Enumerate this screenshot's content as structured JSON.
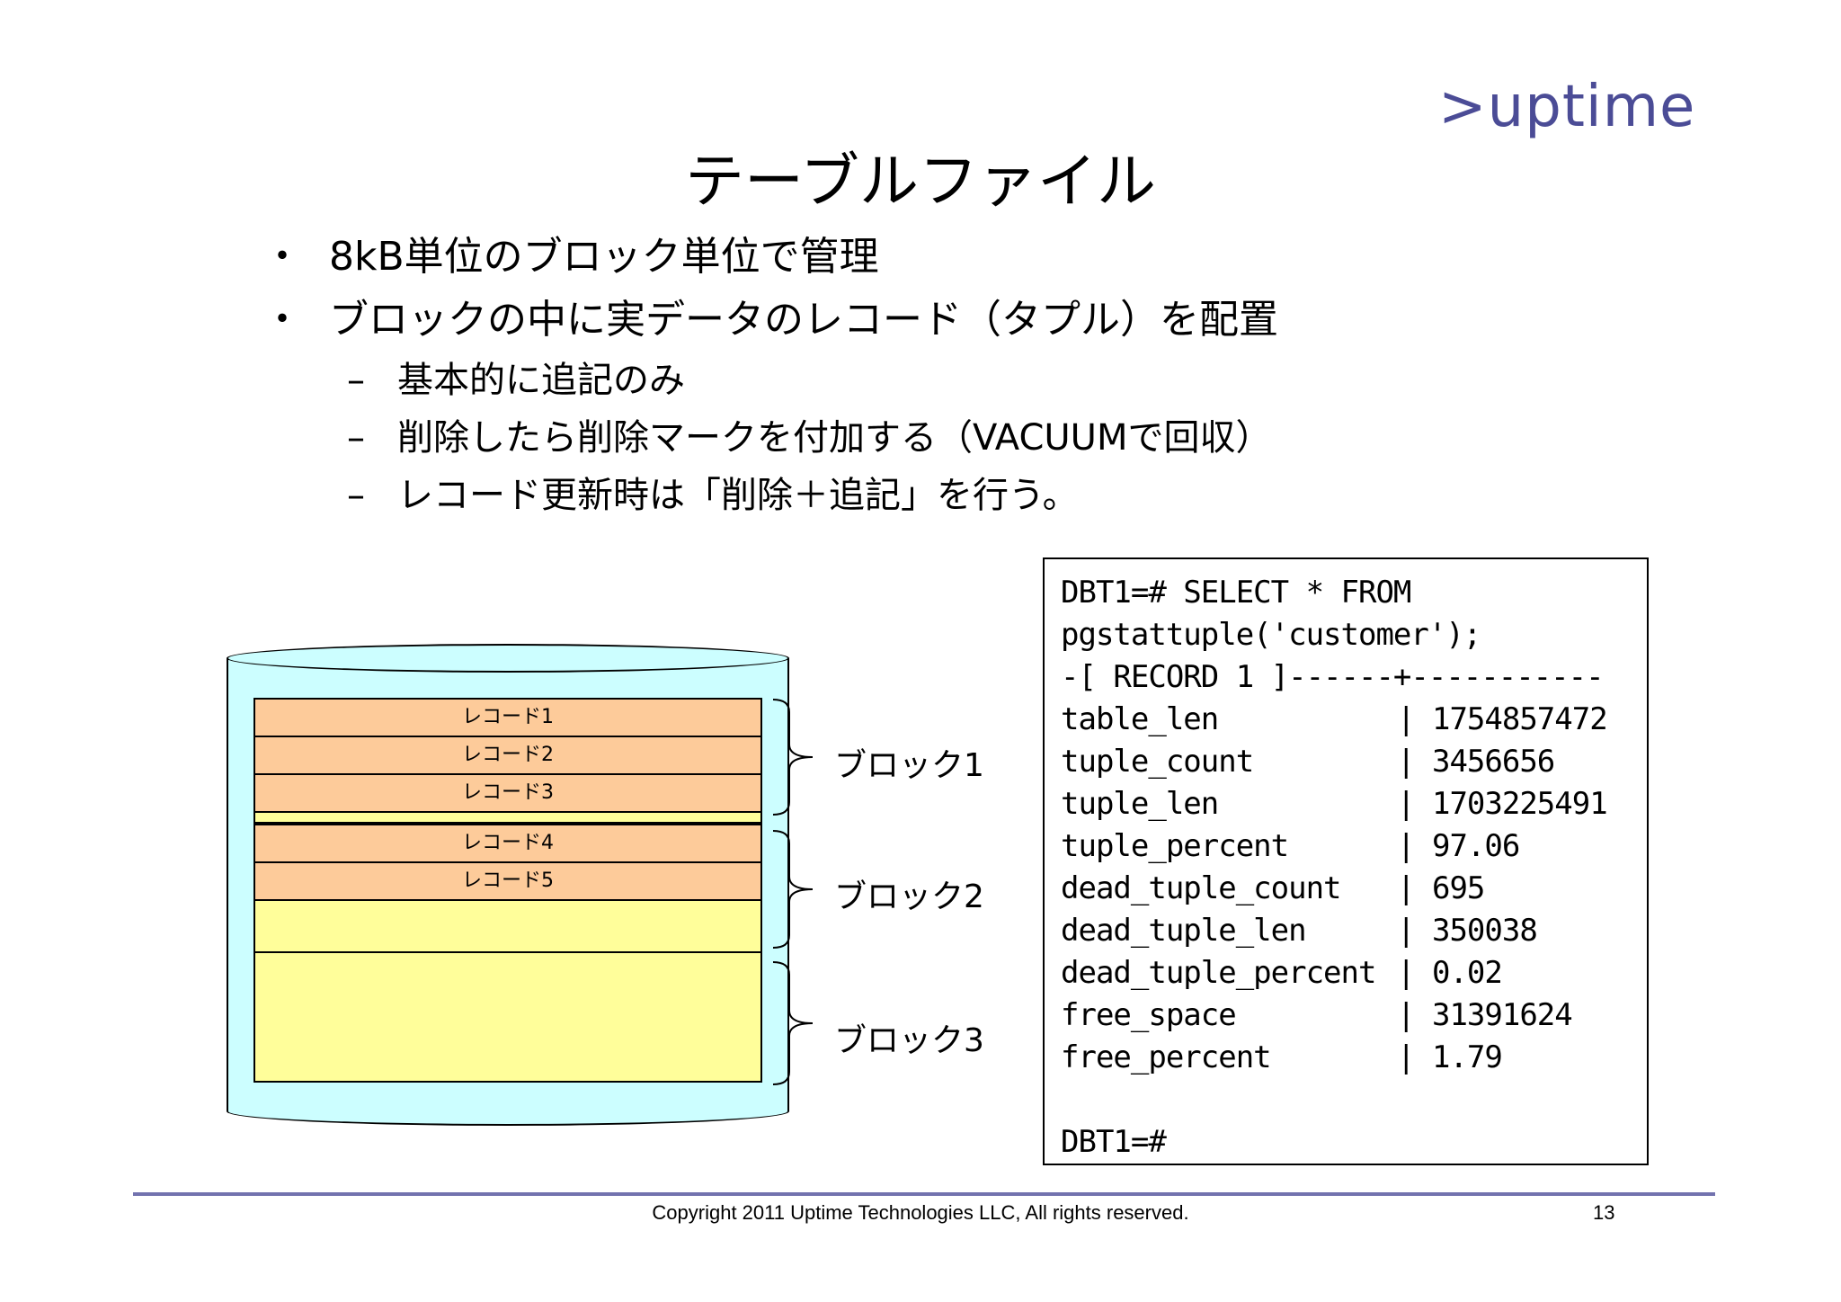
{
  "logo": ">uptime",
  "title": "テーブルファイル",
  "bullets": [
    {
      "marker": "・",
      "text": "8kB単位のブロック単位で管理"
    },
    {
      "marker": "・",
      "text": "ブロックの中に実データのレコード（タプル）を配置"
    }
  ],
  "sub_bullets": [
    {
      "marker": "–",
      "text": "基本的に追記のみ"
    },
    {
      "marker": "–",
      "text": "削除したら削除マークを付加する（VACUUMで回収）"
    },
    {
      "marker": "–",
      "text": "レコード更新時は「削除＋追記」を行う。"
    }
  ],
  "diagram": {
    "records": [
      "レコード1",
      "レコード2",
      "レコード3",
      "レコード4",
      "レコード5"
    ],
    "blocks": [
      "ブロック1",
      "ブロック2",
      "ブロック3"
    ],
    "colors": {
      "cylinder": "#ccfeff",
      "record": "#fdcb9a",
      "free_space": "#fffe9a"
    }
  },
  "console": {
    "lines": [
      "DBT1=# SELECT * FROM",
      "pgstattuple('customer');",
      "-[ RECORD 1 ]------+-----------"
    ],
    "rows": [
      {
        "key": "table_len",
        "value": "1754857472"
      },
      {
        "key": "tuple_count",
        "value": "3456656"
      },
      {
        "key": "tuple_len",
        "value": "1703225491"
      },
      {
        "key": "tuple_percent",
        "value": "97.06"
      },
      {
        "key": "dead_tuple_count",
        "value": "695"
      },
      {
        "key": "dead_tuple_len",
        "value": "350038"
      },
      {
        "key": "dead_tuple_percent",
        "value": "0.02"
      },
      {
        "key": "free_space",
        "value": "31391624"
      },
      {
        "key": "free_percent",
        "value": "1.79"
      }
    ],
    "separator": "|",
    "prompt": "DBT1=#"
  },
  "footer": {
    "copyright": "Copyright 2011 Uptime Technologies LLC, All rights reserved.",
    "page_number": "13"
  },
  "accent_color": "#4b4c96"
}
